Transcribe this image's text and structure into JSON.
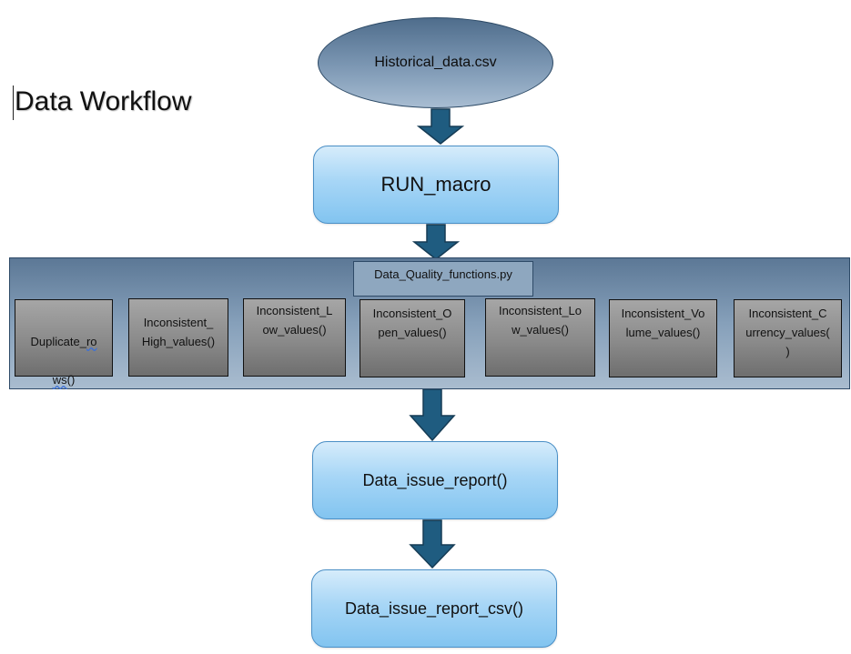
{
  "diagram": {
    "title": "Data Workflow",
    "input_file": "Historical_data.csv",
    "macro": "RUN_macro",
    "module": "Data_Quality_functions.py",
    "functions": [
      {
        "line1_a": "Duplicate_",
        "line1_b": "ro",
        "line2_a": "ws",
        "line2_b": "()"
      },
      {
        "text": "Inconsistent_\nHigh_values()"
      },
      {
        "text": "Inconsistent_L\now_values()"
      },
      {
        "text": "Inconsistent_O\npen_values()"
      },
      {
        "text": "Inconsistent_Lo\nw_values()"
      },
      {
        "text": "Inconsistent_Vo\nlume_values()"
      },
      {
        "text": "Inconsistent_C\nurrency_values(\n)"
      }
    ],
    "report": "Data_issue_report()",
    "report_csv": "Data_issue_report_csv()"
  },
  "colors": {
    "arrow_fill": "#1f5c80",
    "arrow_stroke": "#163c55",
    "container_border": "#2e4a67",
    "pill_border": "#4a8fc6"
  }
}
